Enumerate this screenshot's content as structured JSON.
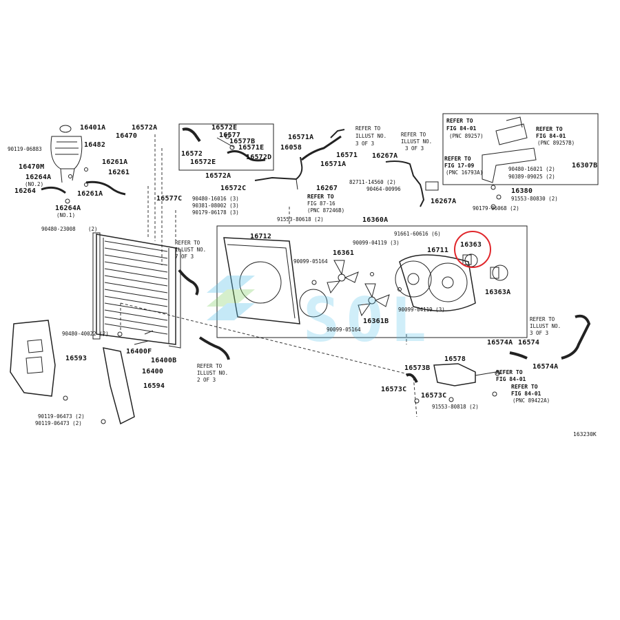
{
  "drawing_code": "163230K",
  "watermark": "SOL",
  "highlight_part": "16363",
  "highlight_color": "#e0262b",
  "labels": {
    "p16401A": "16401A",
    "p16470": "16470",
    "p16482": "16482",
    "p90119_0688": "90119-06883",
    "p16470M": "16470M",
    "p16261A": "16261A",
    "p16261": "16261",
    "p16264A_no2": "16264A",
    "no2": "(NO.2)",
    "p16264": "16264",
    "p16261A_2": "16261A",
    "p16264A_no1": "16264A",
    "no1": "(NO.1)",
    "p90480_23008": "90480-23008",
    "p90480_23008_q": "(2)",
    "p16572A_top": "16572A",
    "p16572E": "16572E",
    "p16577": "16577",
    "p16577B": "16577B",
    "p16571E": "16571E",
    "p16058": "16058",
    "p16572": "16572",
    "p16572E_2": "16572E",
    "p16572D": "16572D",
    "p16572A_2": "16572A",
    "p16572C": "16572C",
    "p16577C": "16577C",
    "p90480_16016": "90480-16016 (3)",
    "p90381_08002": "90381-08002 (3)",
    "p90179_06178": "90179-06178 (3)",
    "p91553_80618": "91553-80618 (2)",
    "p16571A": "16571A",
    "p16571": "16571",
    "p16571A_2": "16571A",
    "ref1_a": "REFER TO",
    "ref1_b": "ILLUST NO.",
    "ref1_c": "3 OF 3",
    "ref2_a": "REFER TO",
    "ref2_b": "ILLUST NO.",
    "ref2_c": "3 OF 3",
    "p16267A": "16267A",
    "p16267": "16267",
    "p82711_14560": "82711-14560 (2)",
    "p90464_00996": "90464-00996",
    "ref3_a": "REFER TO",
    "ref3_b": "FIG  87-16",
    "ref3_c": "(PNC 87246B)",
    "p16267A_2": "16267A",
    "ref4_a": "REFER TO",
    "ref4_b": "FIG  84-01",
    "ref4_c": "(PNC 89257)",
    "ref5_a": "REFER TO",
    "ref5_b": "FIG  84-01",
    "ref5_c": "(PNC 89257B)",
    "ref6_a": "REFER TO",
    "ref6_b": "FIG  17-09",
    "ref6_c": "(PNC 16793A)",
    "p90480_16021": "90480-16021 (2)",
    "p90389_09025": "90389-09025 (2)",
    "p16307B": "16307B",
    "p16380": "16380",
    "p91553_80830": "91553-80830 (2)",
    "p90179_06068": "90179-06068 (2)",
    "p16360A": "16360A",
    "p91661_60616": "91661-60616 (6)",
    "p16712": "16712",
    "p90099_04119_a": "90099-04119 (3)",
    "p16711": "16711",
    "p16363": "16363",
    "p16361": "16361",
    "p90099_05164": "90099-05164",
    "p16363A": "16363A",
    "p90099_04119_b": "90099-04119 (3)",
    "p16361B": "16361B",
    "p90099_05164_2": "90099-05164",
    "ref7_a": "REFER TO",
    "ref7_b": "ILLUST NO.",
    "ref7_c": "7 OF 3",
    "p90480_40022": "90480-40022 (2)",
    "p16593": "16593",
    "p16400F": "16400F",
    "p16400B": "16400B",
    "p16400": "16400",
    "ref8_a": "REFER TO",
    "ref8_b": "ILLUST NO.",
    "ref8_c": "2 OF 3",
    "p16594": "16594",
    "p90119_06473_a": "90119-06473 (2)",
    "p90119_06473_b": "90119-06473 (2)",
    "ref9_a": "REFER TO",
    "ref9_b": "ILLUST NO.",
    "ref9_c": "3 OF 3",
    "p16574A": "16574A",
    "p16574": "16574",
    "p16574A_2": "16574A",
    "p16578": "16578",
    "p16573B": "16573B",
    "p16573C": "16573C",
    "p16573C_2": "16573C",
    "p91553_80818": "91553-80818 (2)",
    "ref10_a": "REFER TO",
    "ref10_b": "FIG  84-01",
    "ref11_a": "REFER TO",
    "ref11_b": "FIG  84-01",
    "ref11_c": "(PNC 89422A)"
  }
}
